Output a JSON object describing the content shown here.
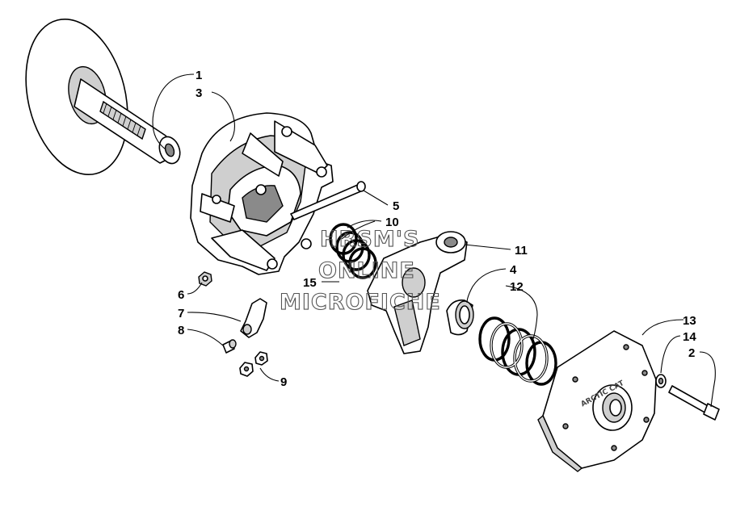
{
  "diagram": {
    "watermark": [
      "HRSM'S",
      "ONLINE",
      "MICROFICHE"
    ],
    "plate_text": "ARCTIC CAT",
    "callouts": [
      {
        "id": "1",
        "label": "1"
      },
      {
        "id": "3",
        "label": "3"
      },
      {
        "id": "5",
        "label": "5"
      },
      {
        "id": "10",
        "label": "10"
      },
      {
        "id": "11",
        "label": "11"
      },
      {
        "id": "15",
        "label": "15"
      },
      {
        "id": "4",
        "label": "4"
      },
      {
        "id": "12",
        "label": "12"
      },
      {
        "id": "6",
        "label": "6"
      },
      {
        "id": "7",
        "label": "7"
      },
      {
        "id": "8",
        "label": "8"
      },
      {
        "id": "9",
        "label": "9"
      },
      {
        "id": "13",
        "label": "13"
      },
      {
        "id": "14",
        "label": "14"
      },
      {
        "id": "2",
        "label": "2"
      }
    ]
  }
}
